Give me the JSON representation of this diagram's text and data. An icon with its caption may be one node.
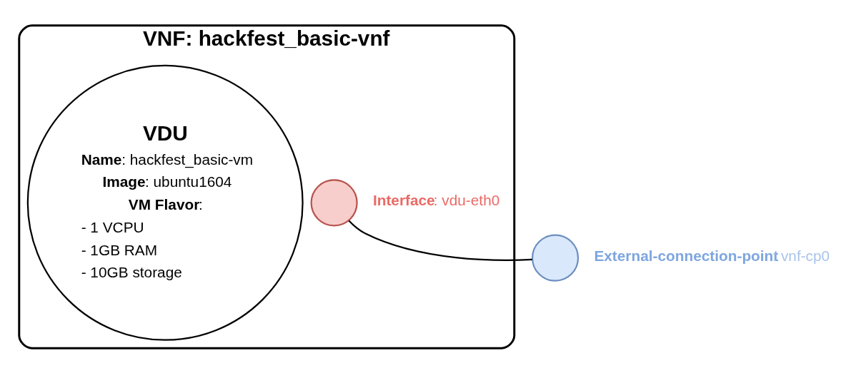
{
  "diagram": {
    "nodes": [
      {
        "text": [
          "VNF: hackfest_basic-vnf"
        ]
      },
      {
        "text": [
          "VDU",
          "**Name**: hackfest_basic-vm",
          "**Image**: ubuntu1604",
          "**VM Flavor**:",
          "- 1 VCPU",
          "- 1GB RAM",
          "- 10GB storage"
        ],
        "in": 0
      },
      {
        "text": [],
        "shape": "circle",
        "in": 0,
        "beside": [
          "**Interface**: vdu-eth0"
        ]
      },
      {
        "text": [],
        "shape": "circle",
        "beside": [
          "**External-connection-point**: vnf-cp0"
        ]
      }
    ],
    "edges": [
      {
        "from": 2,
        "to": 3,
        "arrow": "none"
      }
    ]
  }
}
